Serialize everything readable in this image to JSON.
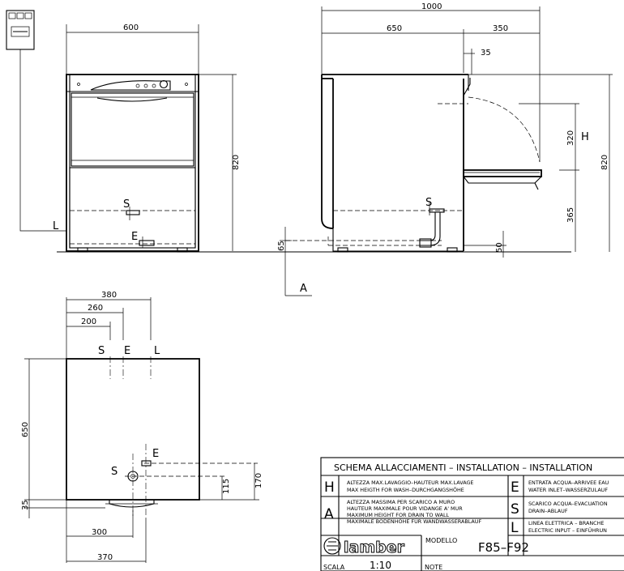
{
  "front_view": {
    "width_dim": "600",
    "height_dim": "820",
    "label_s": "S",
    "label_e": "E",
    "label_l": "L"
  },
  "side_view": {
    "total_dim": "1000",
    "body_dim": "650",
    "door_dim": "350",
    "gap_dim": "35",
    "h_dim": "320",
    "h_label": "H",
    "height_dim": "820",
    "drain_dim": "365",
    "foot_dim": "50",
    "floor_dim": "65",
    "label_a": "A",
    "label_s": "S"
  },
  "top_view": {
    "dim_380": "380",
    "dim_260": "260",
    "dim_200": "200",
    "depth_dim": "650",
    "dim_35": "35",
    "dim_300": "300",
    "dim_370": "370",
    "dim_115": "115",
    "dim_170": "170",
    "label_s": "S",
    "label_e": "E",
    "label_l": "L"
  },
  "title_block": {
    "header": "SCHEMA ALLACCIAMENTI  –  INSTALLATION  –  INSTALLATION",
    "rows": [
      {
        "letter": "H",
        "lines": [
          "ALTEZZA MAX.LAVAGGIO–HAUTEUR MAX.LAVAGE",
          "MAX HEIGTH FOR WASH–DURCHGANGSHÖHE"
        ]
      },
      {
        "letter": "A",
        "lines": [
          "ALTEZZA MASSIMA PER SCARICO A MURO",
          "HAUTEUR MAXIMALE POUR VIDANGE A' MUR",
          "MAXIMUM HEIGHT FOR DRAIN TO WALL",
          "MAXIMALE BODENHÖHE FÜR WANDWASSERABLAUF"
        ]
      }
    ],
    "legend": [
      {
        "letter": "E",
        "lines": [
          "ENTRATA ACQUA–ARRIVEE EAU",
          "WATER INLET–WASSERZULAUF"
        ]
      },
      {
        "letter": "S",
        "lines": [
          "SCARICO ACQUA–EVACUATION",
          "DRAIN–ABLAUF"
        ]
      },
      {
        "letter": "L",
        "lines": [
          "LINEA ELETTRICA – BRANCHE",
          "ELECTRIC INPUT – EINFÜHRUN"
        ]
      }
    ],
    "brand": "lamber",
    "modello_label": "MODELLO",
    "model": "F85–F92",
    "scala_label": "SCALA",
    "scale": "1:10",
    "note_label": "NOTE"
  }
}
